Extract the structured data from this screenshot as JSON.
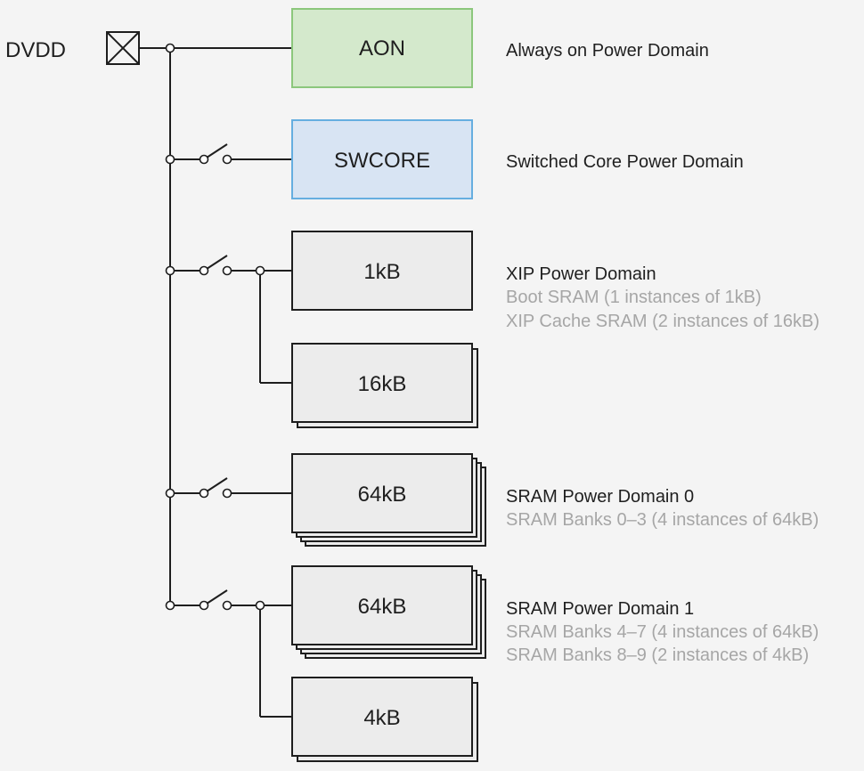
{
  "supply": {
    "label": "DVDD",
    "pad_icon": "pad-cross-box-icon"
  },
  "colors": {
    "aon_fill": "#d4e9cc",
    "aon_stroke": "#8cc77c",
    "swcore_fill": "#d8e4f3",
    "swcore_stroke": "#66aee0",
    "memory_fill": "#ececec",
    "memory_stroke": "#1e1e1e",
    "wire": "#1e1e1e",
    "text_primary": "#1f1f1f",
    "text_secondary": "#a6a6a6"
  },
  "boxes": {
    "aon": "AON",
    "swcore": "SWCORE",
    "xip_boot": "1kB",
    "xip_cache": "16kB",
    "sram0": "64kB",
    "sram1_main": "64kB",
    "sram1_small": "4kB"
  },
  "domains": {
    "aon": {
      "title": "Always on Power Domain"
    },
    "swcore": {
      "title": "Switched Core Power Domain"
    },
    "xip": {
      "title": "XIP Power Domain",
      "lines": [
        "Boot SRAM (1 instances of 1kB)",
        "XIP Cache SRAM (2 instances of 16kB)"
      ]
    },
    "sram0": {
      "title": "SRAM Power Domain 0",
      "lines": [
        "SRAM Banks 0–3 (4 instances of 64kB)"
      ]
    },
    "sram1": {
      "title": "SRAM Power Domain 1",
      "lines": [
        "SRAM Banks 4–7 (4 instances of 64kB)",
        "SRAM Banks 8–9 (2 instances of 4kB)"
      ]
    }
  },
  "switch_icon": "power-switch-icon"
}
